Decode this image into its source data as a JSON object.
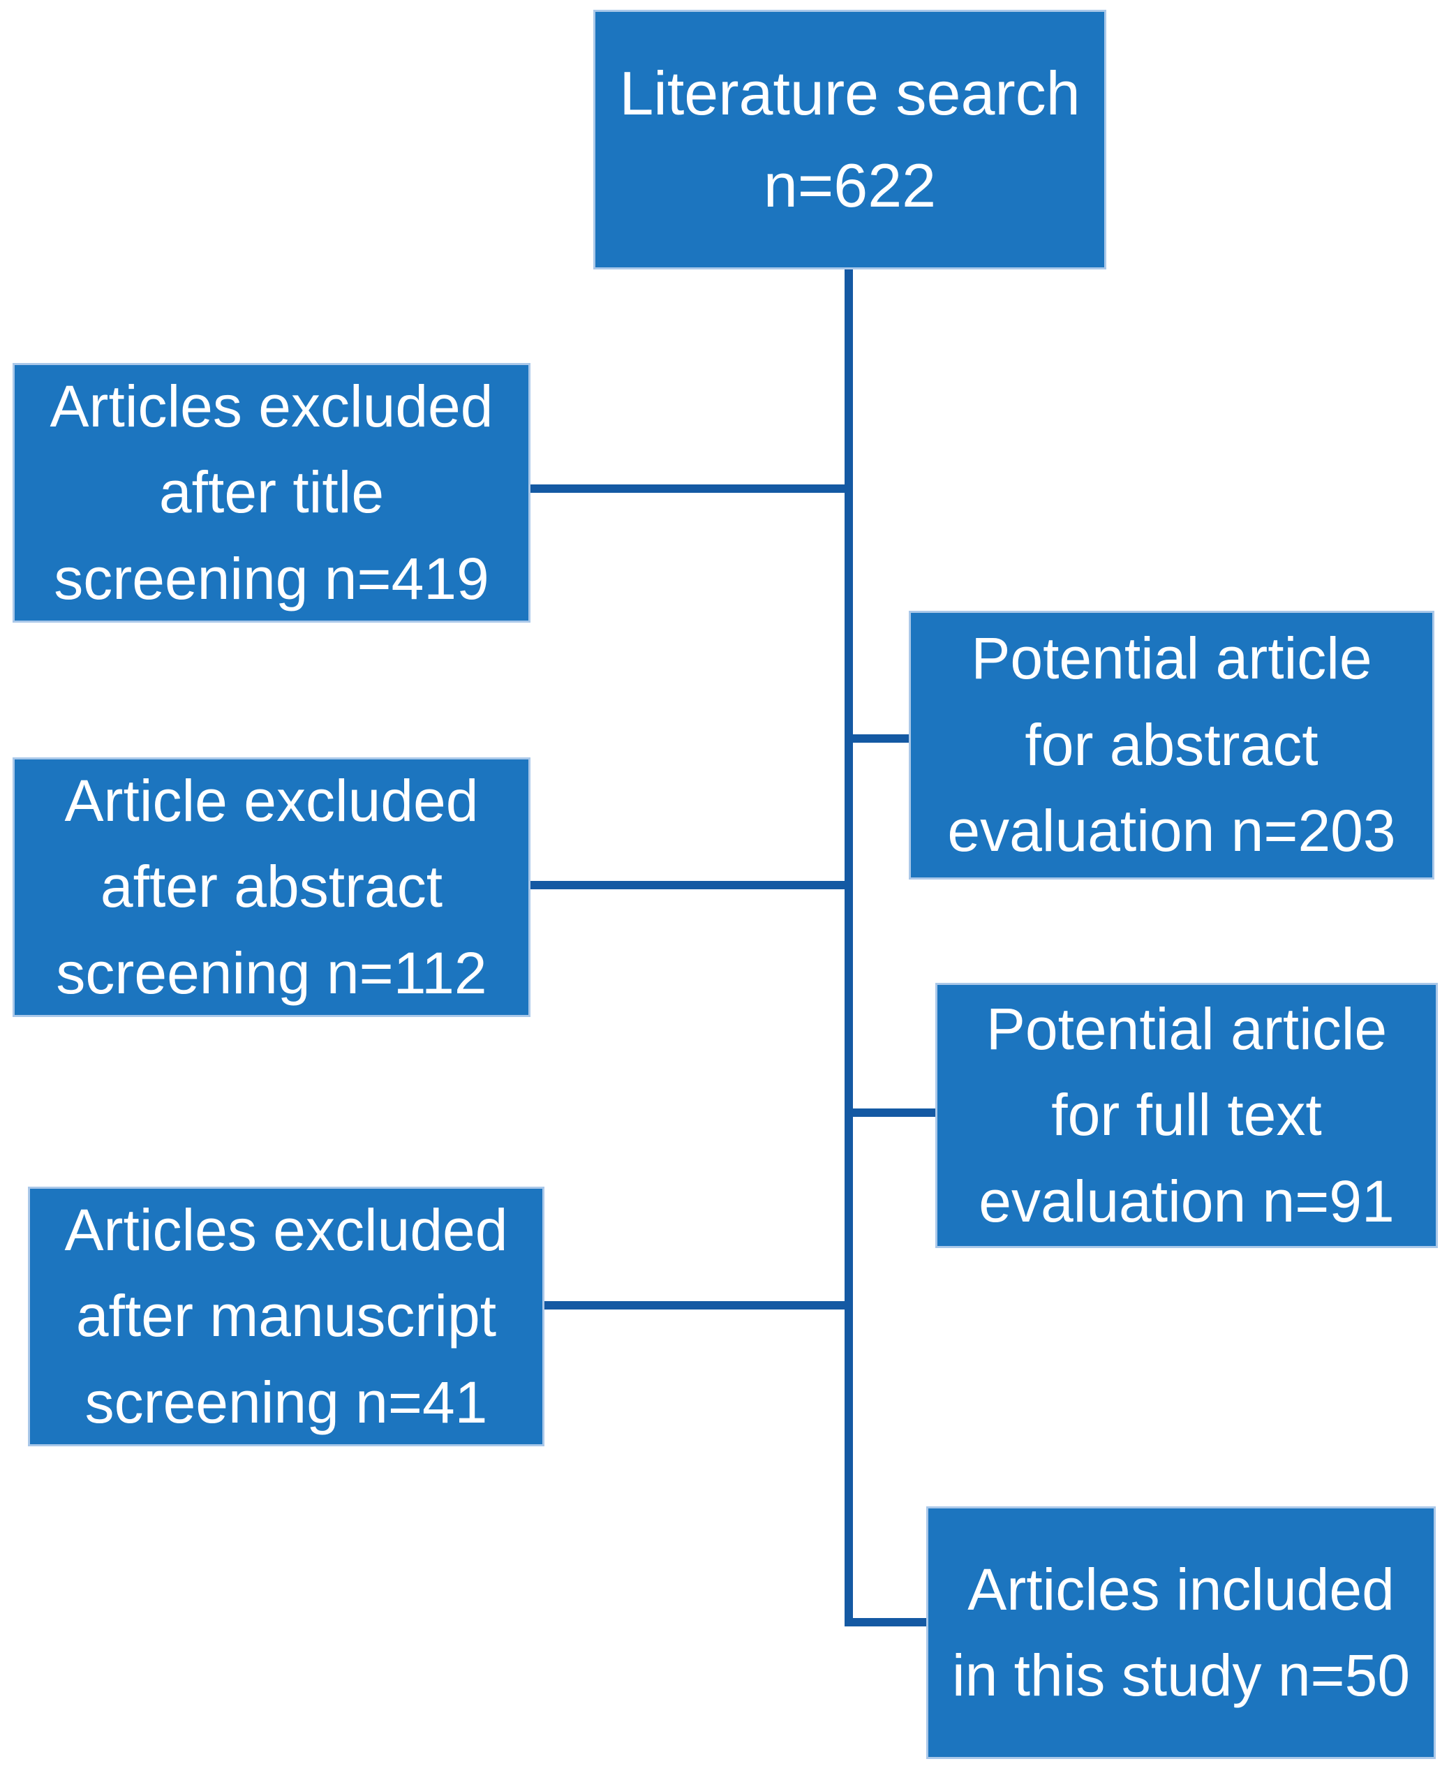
{
  "colors": {
    "box_fill": "#1c75bf",
    "box_border": "#aac8e9",
    "connector": "#1459a3",
    "text": "#ffffff",
    "background": "#ffffff"
  },
  "nodes": {
    "literature_search": {
      "lines": [
        "Literature search",
        "n=622"
      ]
    },
    "excluded_title": {
      "lines": [
        "Articles excluded",
        "after title",
        "screening n=419"
      ]
    },
    "abstract_evaluation": {
      "lines": [
        "Potential article",
        "for abstract",
        "evaluation n=203"
      ]
    },
    "excluded_abstract": {
      "lines": [
        "Article excluded",
        "after abstract",
        "screening n=112"
      ]
    },
    "fulltext_evaluation": {
      "lines": [
        "Potential article",
        "for full text",
        "evaluation n=91"
      ]
    },
    "excluded_manuscript": {
      "lines": [
        "Articles excluded",
        "after manuscript",
        "screening n=41"
      ]
    },
    "included": {
      "lines": [
        "Articles included",
        "in this study n=50"
      ]
    }
  },
  "branches": [
    {
      "from": "literature_search",
      "to": "excluded_title",
      "side": "left"
    },
    {
      "from": "literature_search",
      "to": "abstract_evaluation",
      "side": "right"
    },
    {
      "from": "literature_search",
      "to": "excluded_abstract",
      "side": "left"
    },
    {
      "from": "literature_search",
      "to": "fulltext_evaluation",
      "side": "right"
    },
    {
      "from": "literature_search",
      "to": "excluded_manuscript",
      "side": "left"
    },
    {
      "from": "literature_search",
      "to": "included",
      "side": "right"
    }
  ]
}
